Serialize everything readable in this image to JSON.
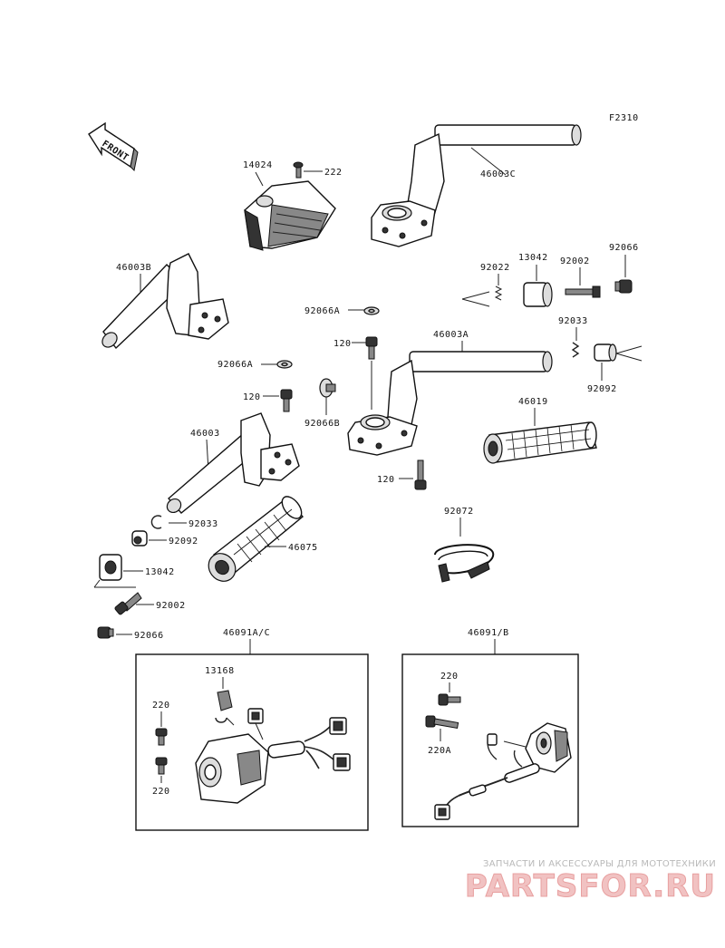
{
  "figure_code": "F2310",
  "front_label": "FRONT",
  "labels": {
    "p14024": "14024",
    "p222": "222",
    "p46003C": "46003C",
    "p46003B": "46003B",
    "p92022": "92022",
    "p13042_top": "13042",
    "p92002_top": "92002",
    "p92066_top": "92066",
    "p92066A_1": "92066A",
    "p92066A_2": "92066A",
    "p120_1": "120",
    "p46003A": "46003A",
    "p92033_top": "92033",
    "p92092_top": "92092",
    "p120_2": "120",
    "p92066B": "92066B",
    "p46019": "46019",
    "p46003": "46003",
    "p120_3": "120",
    "p92033_left": "92033",
    "p92092_left": "92092",
    "p46075": "46075",
    "p13042_left": "13042",
    "p92002_left": "92002",
    "p92066_left": "92066",
    "p92072": "92072",
    "p46091AC": "46091A/C",
    "p46091B": "46091/B",
    "p13168": "13168",
    "p220_a": "220",
    "p220_b": "220",
    "p220_c": "220",
    "p220A": "220A"
  },
  "watermark": {
    "tagline": "ЗАПЧАСТИ И АКСЕССУАРЫ ДЛЯ МОТОТЕХНИКИ",
    "brand": "PARTSFOR.RU"
  }
}
